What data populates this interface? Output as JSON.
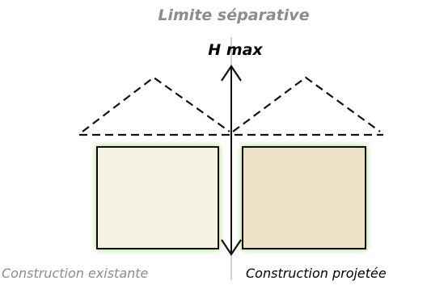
{
  "diagram": {
    "top_label": "Limite séparative",
    "height_label": "H max",
    "left_label": "Construction existante",
    "right_label": "Construction projetée"
  },
  "colors": {
    "existing_fill": "#f5f2e4",
    "projected_fill": "#ece2c6",
    "glow": "#9fd36a",
    "line": "#111111",
    "boundary_line": "#bdbdbd",
    "muted_text": "#8c8c8c",
    "dark_text": "#000000"
  }
}
